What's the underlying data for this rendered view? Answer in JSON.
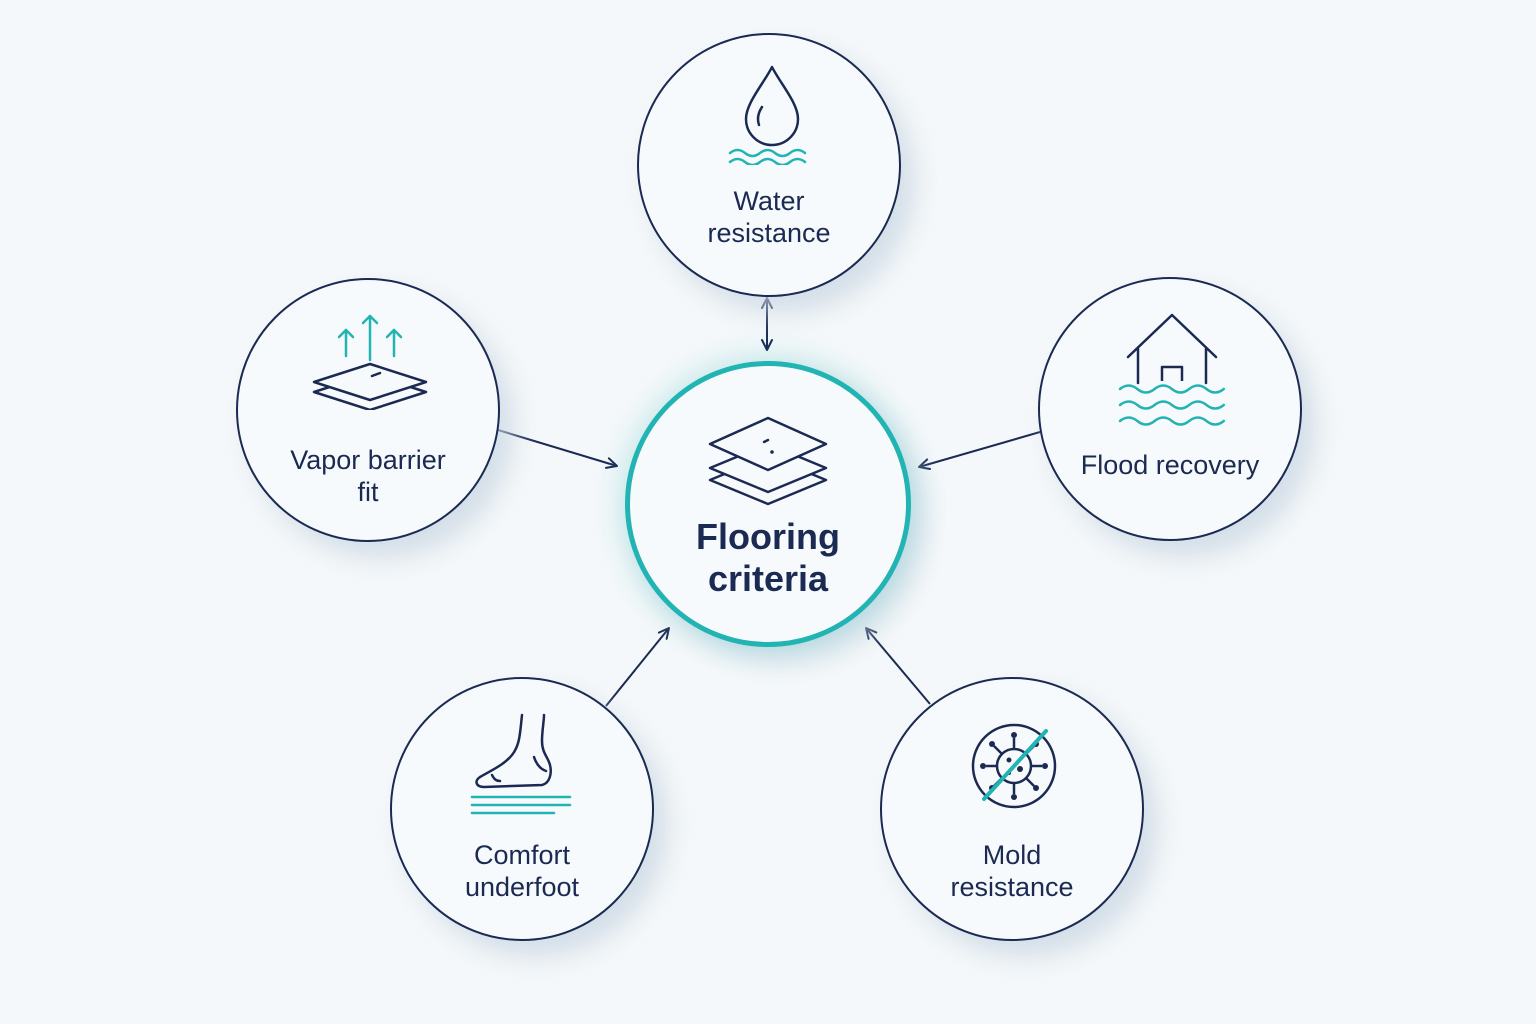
{
  "center": {
    "label": "Flooring\ncriteria",
    "icon": "stacked-layers-icon"
  },
  "criteria": {
    "water": {
      "label": "Water\nresistance",
      "icon": "water-drop-icon"
    },
    "vapor": {
      "label": "Vapor barrier\nfit",
      "icon": "vapor-barrier-icon"
    },
    "flood": {
      "label": "Flood recovery",
      "icon": "flooded-house-icon"
    },
    "comfort": {
      "label": "Comfort\nunderfoot",
      "icon": "foot-icon"
    },
    "mold": {
      "label": "Mold\nresistance",
      "icon": "no-mold-icon"
    }
  },
  "colors": {
    "navy": "#1b2a52",
    "teal": "#22b3b3",
    "background": "#f5f8fa"
  }
}
